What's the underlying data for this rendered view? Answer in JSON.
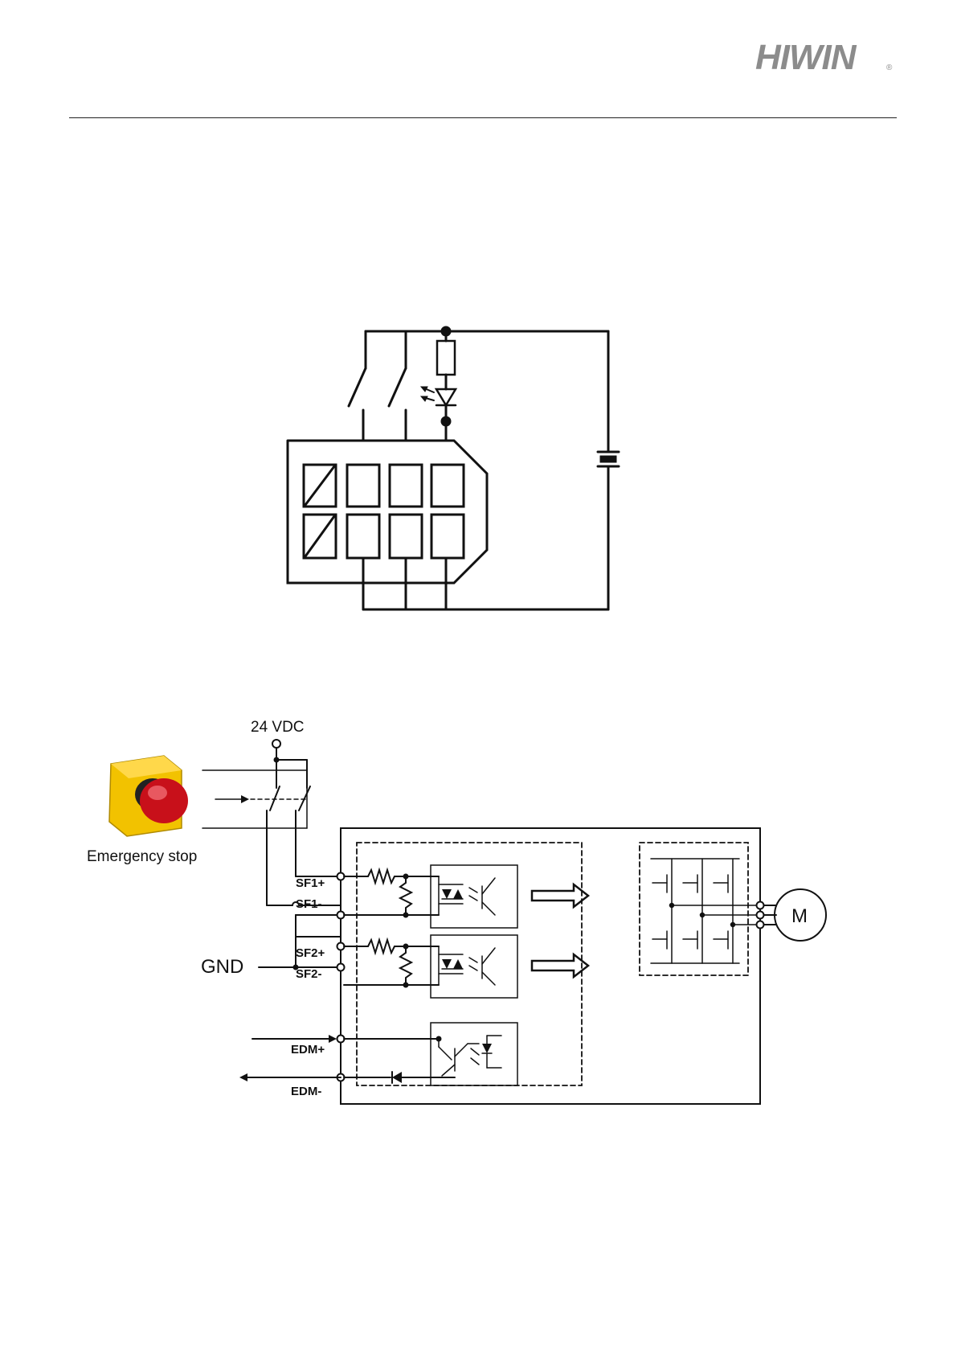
{
  "header": {
    "logo_text": "HIWIN",
    "logo_mark": "®"
  },
  "figure2": {
    "supply_label": "24 VDC",
    "emergency_label": "Emergency stop",
    "gnd_label": "GND",
    "pins": [
      "SF1+",
      "SF1-",
      "SF2+",
      "SF2-",
      "EDM+",
      "EDM-"
    ],
    "motor_label": "M"
  },
  "colors": {
    "line": "#111111",
    "logo": "#8c8c8c",
    "estop_body": "#f2c200",
    "estop_button": "#c8101a"
  }
}
